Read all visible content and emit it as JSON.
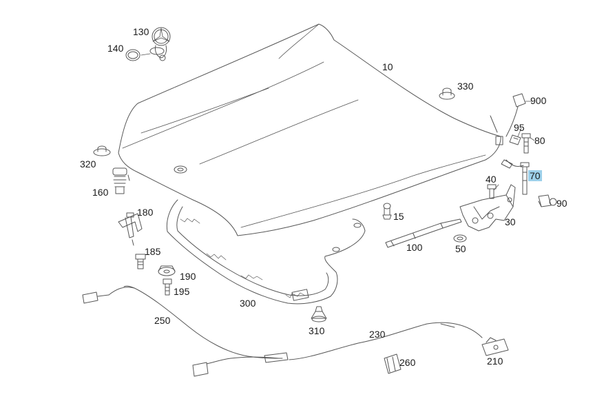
{
  "diagram": {
    "callouts": [
      {
        "id": "130",
        "text": "130"
      },
      {
        "id": "140",
        "text": "140"
      },
      {
        "id": "10",
        "text": "10"
      },
      {
        "id": "330",
        "text": "330"
      },
      {
        "id": "900",
        "text": "900"
      },
      {
        "id": "95",
        "text": "95"
      },
      {
        "id": "80",
        "text": "80"
      },
      {
        "id": "320",
        "text": "320"
      },
      {
        "id": "70",
        "text": "70",
        "highlighted": true
      },
      {
        "id": "160",
        "text": "160"
      },
      {
        "id": "40",
        "text": "40"
      },
      {
        "id": "90",
        "text": "90"
      },
      {
        "id": "180",
        "text": "180"
      },
      {
        "id": "15",
        "text": "15"
      },
      {
        "id": "30",
        "text": "30"
      },
      {
        "id": "100",
        "text": "100"
      },
      {
        "id": "50",
        "text": "50"
      },
      {
        "id": "185",
        "text": "185"
      },
      {
        "id": "190",
        "text": "190"
      },
      {
        "id": "195",
        "text": "195"
      },
      {
        "id": "300",
        "text": "300"
      },
      {
        "id": "250",
        "text": "250"
      },
      {
        "id": "310",
        "text": "310"
      },
      {
        "id": "230",
        "text": "230"
      },
      {
        "id": "260",
        "text": "260"
      },
      {
        "id": "210",
        "text": "210"
      }
    ],
    "colors": {
      "line": "#555555",
      "label_text": "#1a1a1a",
      "highlight": "#9dd0ea",
      "background": "#ffffff"
    }
  }
}
